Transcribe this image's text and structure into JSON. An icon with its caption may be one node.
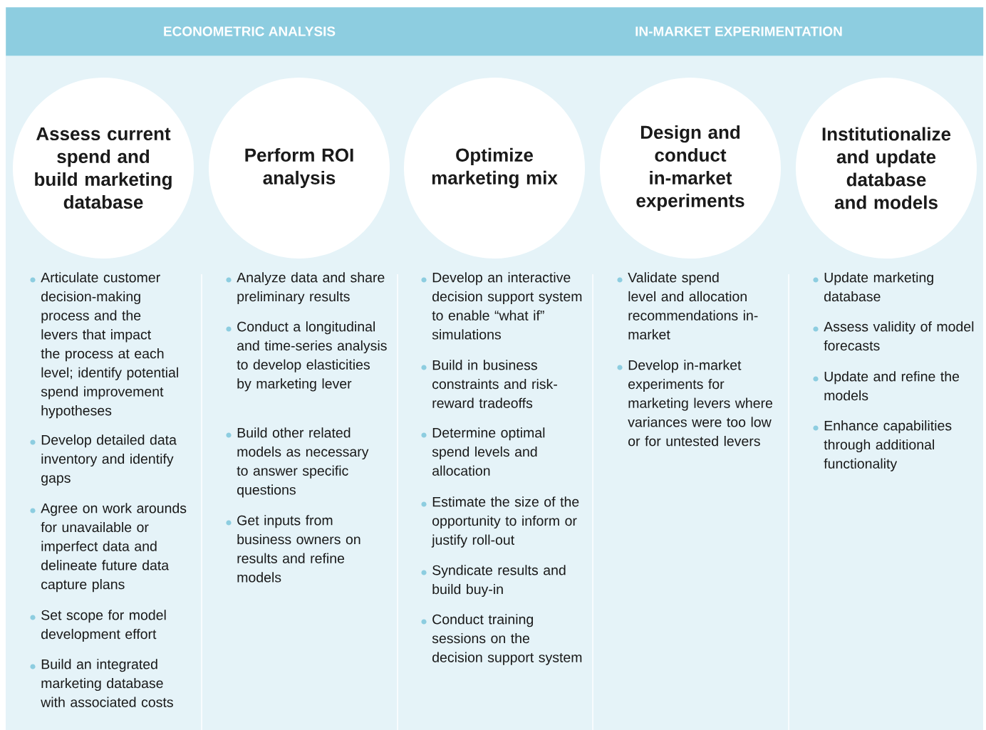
{
  "diagram": {
    "nodes": [
      {
        "text": [
          "ECONOMETRIC ANALYSIS",
          "IN-MARKET EXPERIMENTATION"
        ]
      },
      {
        "text": [
          "Assess current spend and build marketing database"
        ]
      },
      {
        "text": [
          "Perform ROI analysis"
        ]
      },
      {
        "text": [
          "Optimize marketing mix"
        ]
      },
      {
        "text": [
          "Design and conduct in-market experiments"
        ]
      },
      {
        "text": [
          "Institutionalize and update database and models"
        ]
      }
    ],
    "labels": [
      "Articulate customer decision-making process and the levers that impact the process at each level; identify potential spend improvement hypotheses",
      "Develop detailed data inventory and identify gaps",
      "Agree on work arounds for unavailable or imperfect data and delineate future data capture plans",
      "Set scope for model development effort",
      "Build an integrated marketing database with associated costs",
      "Analyze data and share preliminary results",
      "Conduct a longitudinal and time-series analysis to develop elasticities by marketing lever",
      "Build other related models as necessary to answer specific questions",
      "Get inputs from business owners on results and refine models",
      "Develop an interactive decision support system to enable “what if” simulations",
      "Build in business constraints and risk-reward tradeoffs",
      "Determine optimal spend levels and allocation",
      "Estimate the size of the opportunity to inform or justify roll-out",
      "Syndicate results and build buy-in",
      "Conduct training sessions on the decision support system",
      "Validate spend level and allocation recommendations in-market",
      "Develop in-market experiments for marketing levers where variances were too low or for untested levers",
      "Update marketing database",
      "Assess validity of model forecasts",
      "Update and refine the models",
      "Enhance capabilities through additional functionality"
    ]
  }
}
